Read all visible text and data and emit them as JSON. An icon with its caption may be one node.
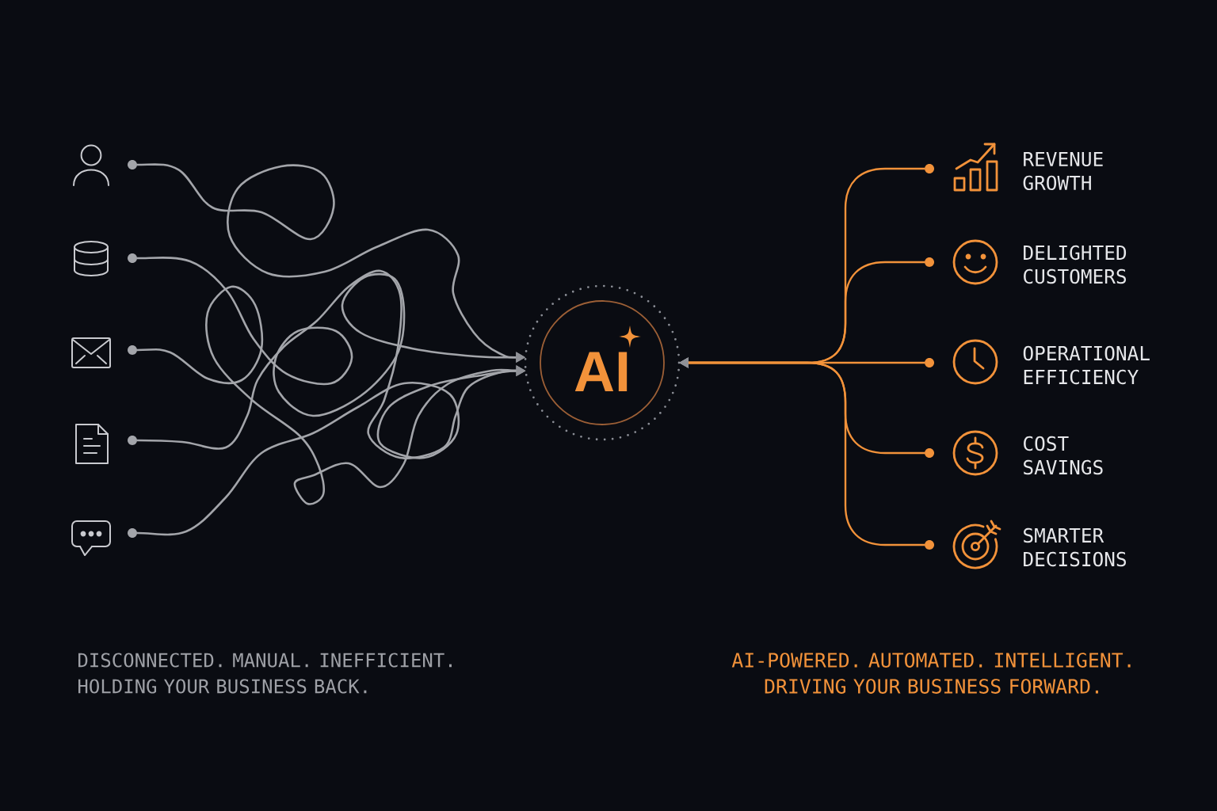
{
  "diagram": {
    "nodes": [
      {
        "text": [],
        "shape": "person"
      },
      {
        "text": [],
        "shape": "cylinder"
      },
      {
        "text": [],
        "shape": "picture"
      },
      {
        "text": [],
        "shape": "picture"
      },
      {
        "text": [],
        "shape": "picture"
      },
      {
        "text": [
          "AI"
        ]
      },
      {
        "text": [
          "REVENUE GROWTH"
        ]
      },
      {
        "text": [
          "DELIGHTED CUSTOMERS"
        ]
      },
      {
        "text": [
          "OPERATIONAL EFFICIENCY"
        ]
      },
      {
        "text": [
          "COST SAVINGS"
        ]
      },
      {
        "text": [
          "SMARTER DECISIONS"
        ]
      }
    ],
    "edges": [
      {
        "from": 0,
        "to": 5,
        "arrow": "to"
      },
      {
        "from": 1,
        "to": 5,
        "arrow": "to"
      },
      {
        "from": 2,
        "to": 5,
        "arrow": "to"
      },
      {
        "from": 3,
        "to": 5,
        "arrow": "to"
      },
      {
        "from": 4,
        "to": 5,
        "arrow": "to"
      },
      {
        "from": 6,
        "to": 5,
        "arrow": "to",
        "color": "#f2923a"
      },
      {
        "from": 7,
        "to": 5,
        "arrow": "to",
        "color": "#f2923a"
      },
      {
        "from": 8,
        "to": 5,
        "arrow": "to",
        "color": "#f2923a"
      },
      {
        "from": 9,
        "to": 5,
        "arrow": "to",
        "color": "#f2923a"
      },
      {
        "from": 10,
        "to": 5,
        "arrow": "to",
        "color": "#f2923a"
      }
    ],
    "labels": [
      "DISCONNECTED. MANUAL. INEFFICIENT. HOLDING YOUR BUSINESS BACK.",
      "AI-POWERED. AUTOMATED. INTELLIGENT. DRIVING YOUR BUSINESS FORWARD."
    ]
  }
}
